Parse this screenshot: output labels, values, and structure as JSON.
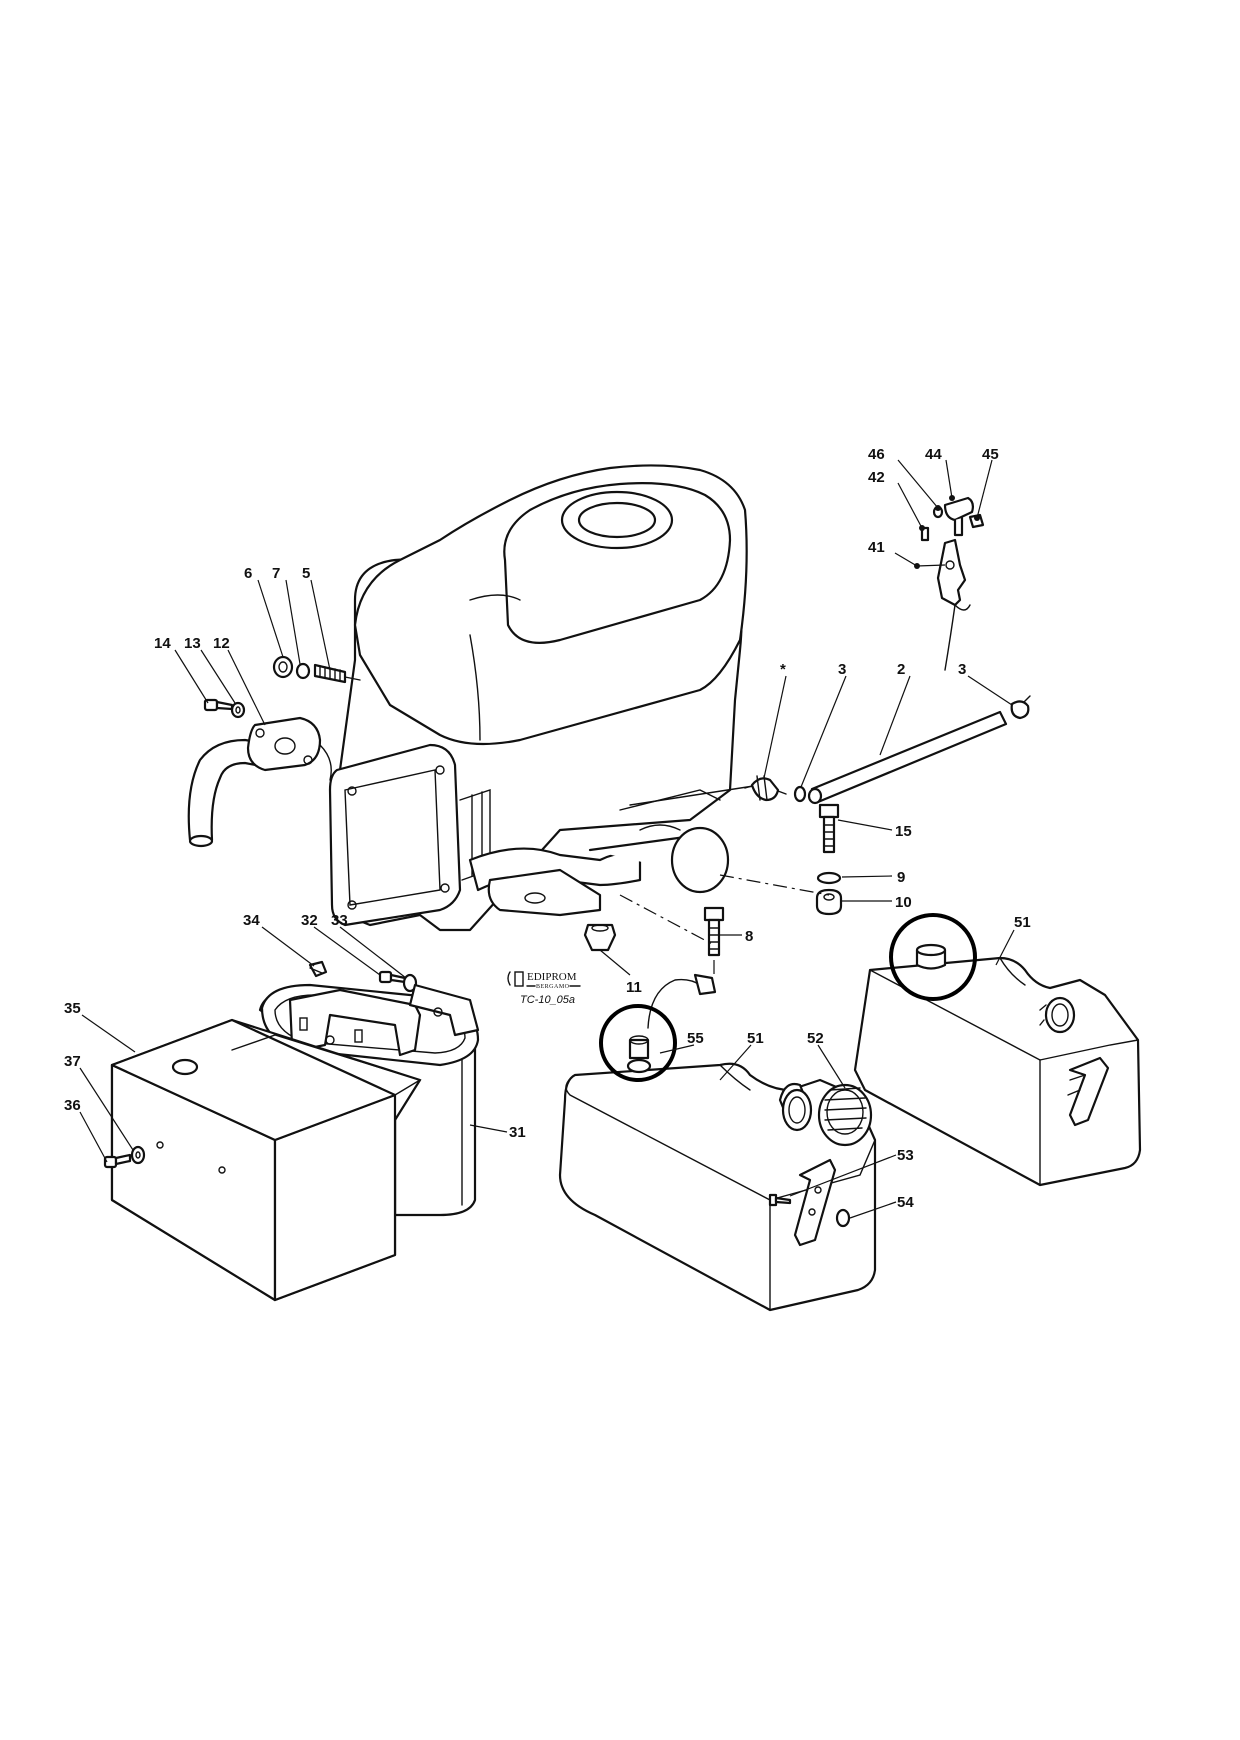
{
  "callouts": {
    "c46": "46",
    "c44": "44",
    "c45": "45",
    "c42": "42",
    "c41": "41",
    "c6": "6",
    "c7": "7",
    "c5": "5",
    "c14": "14",
    "c13": "13",
    "c12": "12",
    "cstar": "*",
    "c3a": "3",
    "c2": "2",
    "c3b": "3",
    "c15": "15",
    "c9": "9",
    "c10": "10",
    "c8": "8",
    "c11": "11",
    "c34": "34",
    "c32": "32",
    "c33": "33",
    "c35": "35",
    "c37": "37",
    "c36": "36",
    "c31": "31",
    "c51a": "51",
    "c51b": "51",
    "c55": "55",
    "c52": "52",
    "c53": "53",
    "c54": "54"
  },
  "logo": {
    "brand": "EDIPROM",
    "city": "BERGAMO",
    "reference": "TC-10_05a"
  },
  "colors": {
    "ink": "#111111",
    "background": "#ffffff"
  }
}
